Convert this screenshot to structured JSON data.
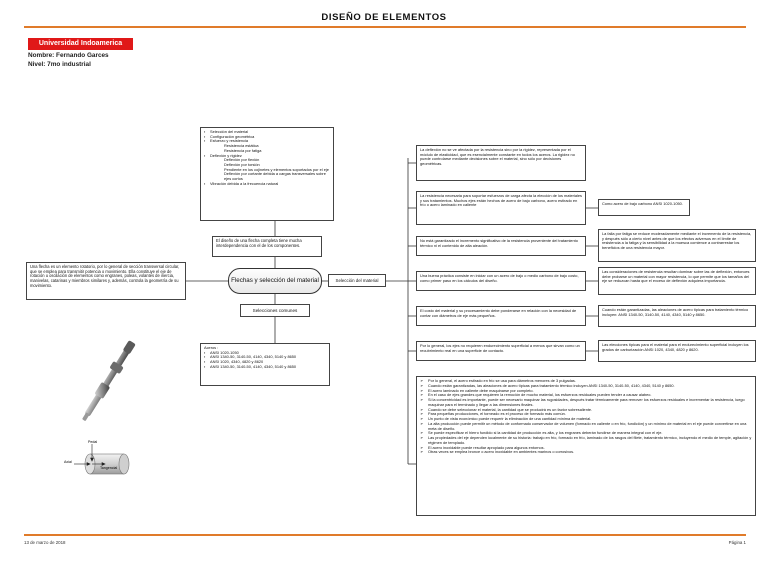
{
  "page_title": "DISEÑO DE ELEMENTOS",
  "header": {
    "university": "Universidad Indoamerica",
    "name": "Nombre: Fernando Garces",
    "level": "Nivel: 7mo industrial"
  },
  "central_node": "Flechas y selección del material",
  "left_note": "Una flecha es un elemento rotatorio, por lo general de sección transversal circular, que se emplea para transmitir potencia o movimiento. Ella constituye el eje de rotación u oscilación de elementos como engranes, poleas, volantes de inercia, manivelas, catarinas y miembros similares y, además, controla la geometría de su movimiento.",
  "checklist": [
    {
      "text": "Selección del material",
      "sub": false
    },
    {
      "text": "Configuración geométrica",
      "sub": false
    },
    {
      "text": "Esfuerzo y resistencia",
      "sub": false
    },
    {
      "text": "Resistencia estática",
      "sub": true
    },
    {
      "text": "Resistencia por fatiga",
      "sub": true
    },
    {
      "text": "Deflexión y rigidez",
      "sub": false
    },
    {
      "text": "Deflexión por flexión",
      "sub": true
    },
    {
      "text": "Deflexión por torsión",
      "sub": true
    },
    {
      "text": "Pendiente en los cojinetes y elementos soportados por el eje",
      "sub": true
    },
    {
      "text": "Deflexión por cortante debida a cargas transversales sobre ejes cortos",
      "sub": true
    },
    {
      "text": "Vibración debida a la frecuencia natural",
      "sub": false
    }
  ],
  "interdependence_note": "El diseño de una flecha completa tiene mucha interdependencia con el de los componentes.",
  "common_selections_label": "Selecciones comunes",
  "steels": {
    "heading": "Aceros :",
    "items": [
      "ANSI 1020-1050",
      "ANSI 1340-50, 3140-50, 4140, 4340, 5140 y 8650",
      "ANSI 1020, 4340, 4820 y 8620",
      "ANSI 1340-50, 3140-50, 4140, 4340, 5140 y 8650"
    ]
  },
  "material_selection_label": "Selección del material",
  "right_notes": [
    "La deflexión no se ve afectada por la resistencia sino por la rigidez, representada por el módulo de elasticidad, que es esencialmente constante en todos los aceros. La rigidez no puede controlarse mediante decisiones sobre el material, sino sólo por decisiones geométricas.",
    "La resistencia necesaria para soportar esfuerzos de carga afecta la elección de los materiales y sus tratamientos. Muchos ejes están hechos de acero de bajo carbono, acero estirado en frío o acero laminado en caliente",
    "No está garantizado el incremento significativo de la resistencia proveniente del tratamiento térmico ni el contenido de alta aleación.",
    "Una buena práctica consiste en iniciar con un acero de bajo o medio carbono de bajo costo, como primer paso en los cálculos del diseño.",
    "El costo del material y su procesamiento debe ponderarse en relación con la necesidad de contar con diámetros de eje más pequeños.",
    "Por lo general, los ejes no requieren endurecimiento superficial a menos que sirvan como un recubrimiento real en una superficie de contacto."
  ],
  "far_right_notes": [
    "Como acero de bajo carbono ANSI 1020-1050.",
    "La falla por fatiga se reduce moderadamente mediante el incremento de la resistencia, y después sólo a cierto nivel antes de que los efectos adversos en el límite de resistencia a la fatiga y la sensibilidad a la muesca comience a contrarrestar los beneficios de una resistencia mayor.",
    "Las consideraciones de resistencia resultan dominar sobre las de deflexión, entonces debe probarse un material con mayor resistencia, lo que permite que los tamaños del eje se reduzcan hasta que el exceso de deflexión adquiera importancia.",
    "Cuando están garantizadas, las aleaciones de acero típicas para tratamiento térmico incluyen: ANSI 1340-50, 3140-50, 4140, 4340, 5140 y 8650.",
    "Las elecciones típicas para el material para el endurecimiento superficial incluyen los grados de carburización ANSI 1020, 4340, 4820 y 8620."
  ],
  "bottom_list": [
    "Por lo general, el acero estirado en frío se usa para diámetros menores de 3 pulgadas.",
    "Cuando están garantizadas, las aleaciones de acero típicas para tratamiento térmico incluyen ANSI 1340-50, 3140-50, 4140, 4340, 5140 y 8650.",
    "El acero laminado en caliente debe maquinarse por completo.",
    "En el caso de ejes grandes que requieren la remoción de mucho material, los esfuerzos residuales pueden tender a causar alabeo.",
    "Si la concentricidad es importante, puede ser necesario maquinar las rugosidades, después tratar térmicamente para remover los esfuerzos residuales e incrementar la resistencia, luego maquinar para el terminado y llegar a las dimensiones finales.",
    "Cuando se debe seleccionar el material, la cantidad que se producirá es un factor sobresaliente.",
    "Para pequeñas producciones, el torneado es el proceso de formado más común.",
    "Un punto de vista económico puede requerir la eliminación de una cantidad mínima de material.",
    "La alta producción puede permitir un método de conformado conservador de volumen (formado en caliente o en frío, fundición) y un mínimo de material en el eje puede convertirse en una meta de diseño.",
    "Se puede especificar el hierro fundido si la cantidad de producción es alta, y los engranes deberán fundirse de manera integral con el eje.",
    "Las propiedades del eje dependen localmente de su historia: trabajo en frío, formado en frío, laminado de los rasgos del filete, tratamiento térmico, incluyendo el medio de temple, agitación y régimen de templado.",
    "El acero inoxidable puede resultar apropiado para algunos entornos.",
    "Otras veces se emplea bronce o acero inoxidable en ambientes marinos o corrosivos."
  ],
  "figure_labels": {
    "top": "Pedal",
    "left": "Axial",
    "right": "Tangencial"
  },
  "footer": {
    "date": "13 de marzo de 2018",
    "page": "Página 1"
  }
}
